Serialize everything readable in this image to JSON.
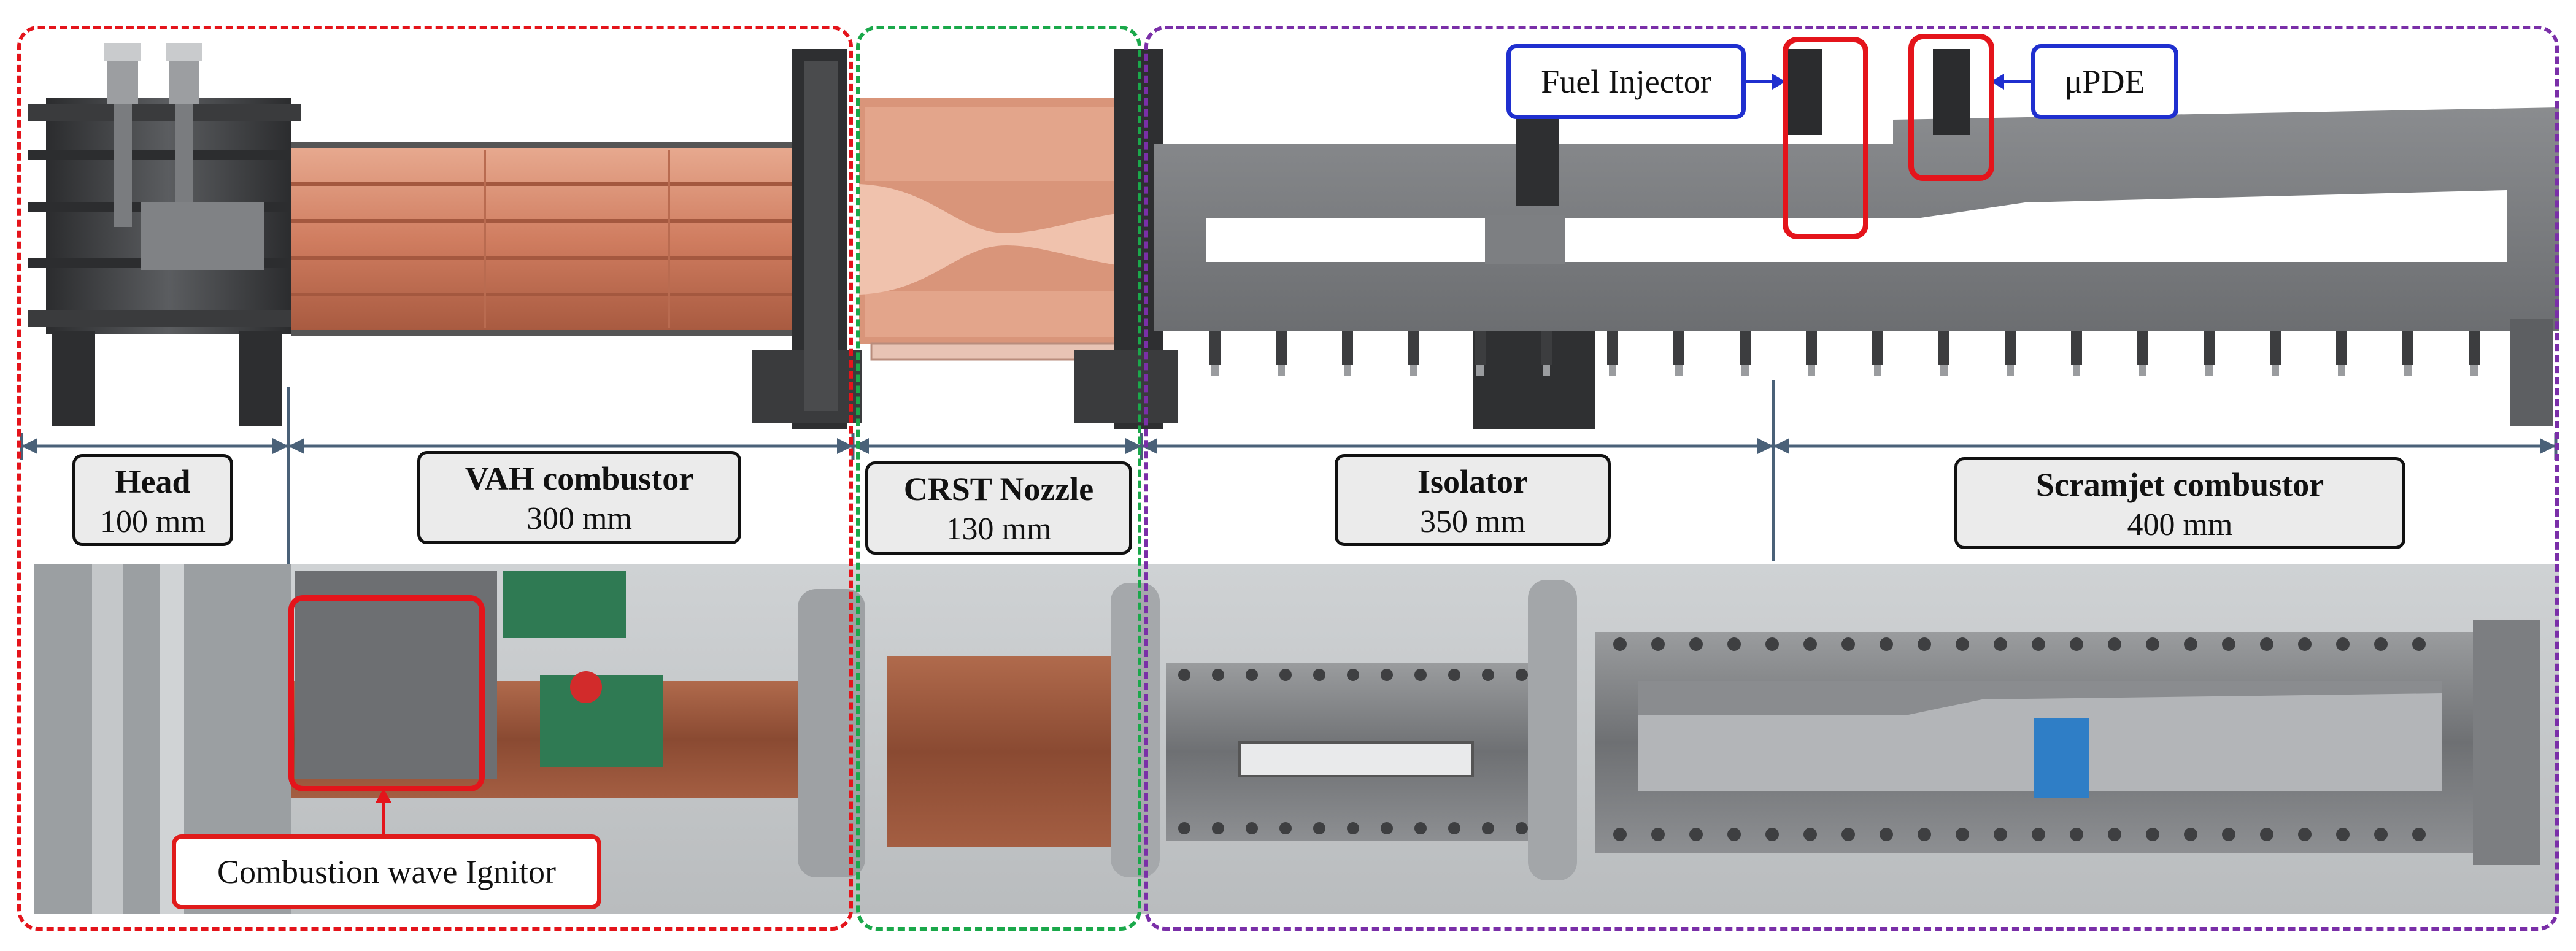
{
  "sections": [
    {
      "key": "head",
      "title": "Head",
      "length": "100 mm"
    },
    {
      "key": "vah",
      "title": "VAH combustor",
      "length": "300 mm"
    },
    {
      "key": "nozzle",
      "title": "CRST Nozzle",
      "length": "130 mm"
    },
    {
      "key": "isolator",
      "title": "Isolator",
      "length": "350 mm"
    },
    {
      "key": "scramjet",
      "title": "Scramjet combustor",
      "length": "400 mm"
    }
  ],
  "callouts": {
    "fuel_injector": "Fuel Injector",
    "updе": "μPDE",
    "ignitor": "Combustion wave Ignitor"
  },
  "colors": {
    "group_red": "#e4141b",
    "group_green": "#1aa84a",
    "group_purple": "#7a2fa8",
    "callout_blue": "#1f2fcf",
    "dimension_line": "#4a6178",
    "copper": "#c8735a",
    "steel": "#77797c"
  }
}
